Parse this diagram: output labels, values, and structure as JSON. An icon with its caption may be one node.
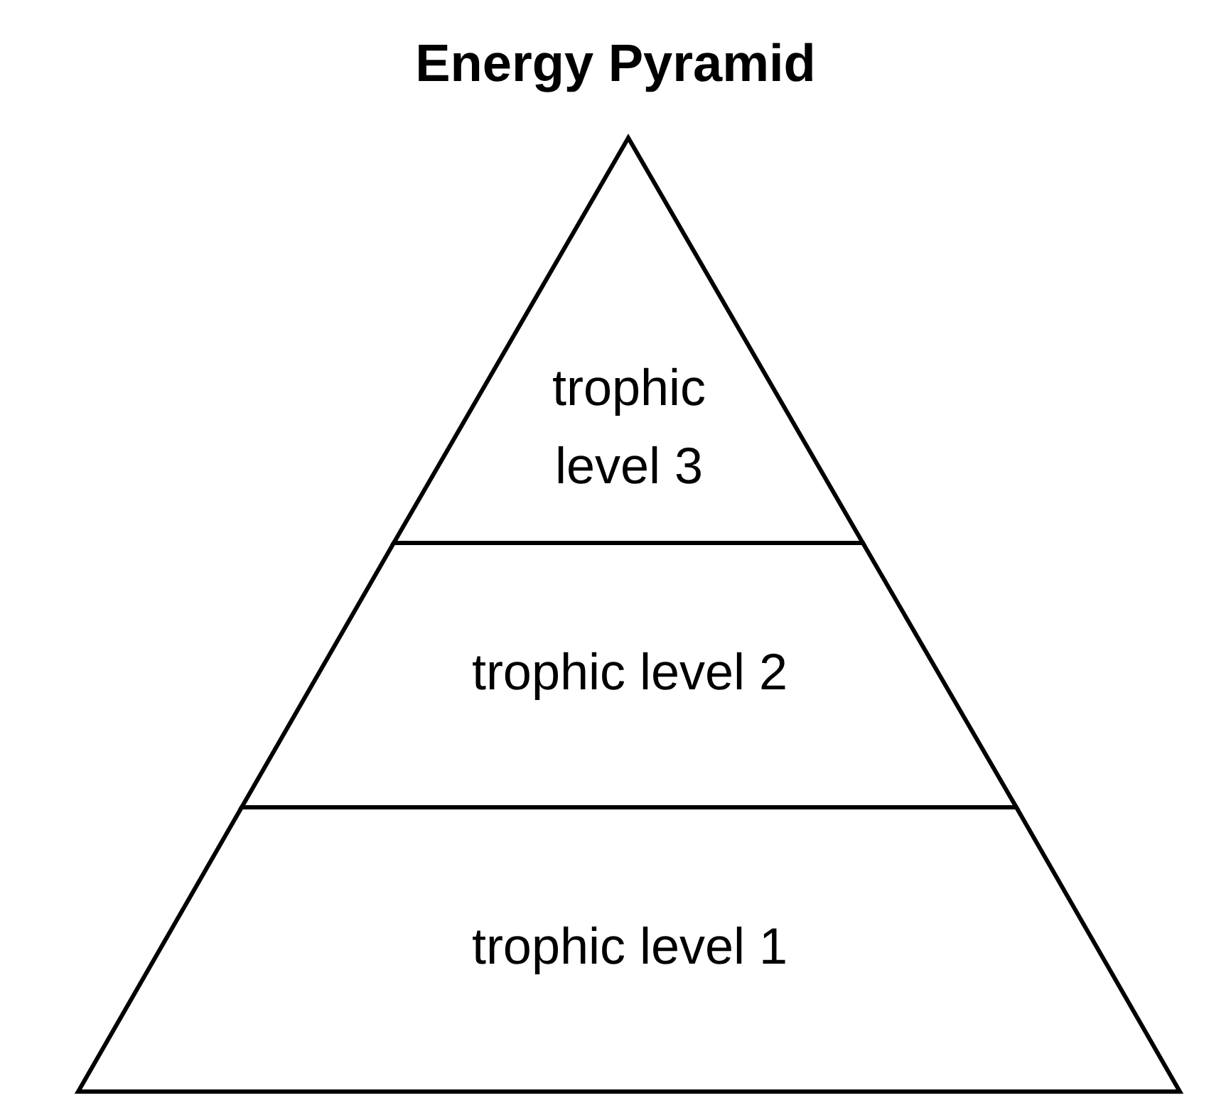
{
  "diagram": {
    "title": "Energy Pyramid",
    "nodes": [
      {
        "text": [
          "trophic level 3"
        ]
      },
      {
        "text": [
          "trophic level 2"
        ]
      },
      {
        "text": [
          "trophic level 1"
        ]
      }
    ]
  }
}
